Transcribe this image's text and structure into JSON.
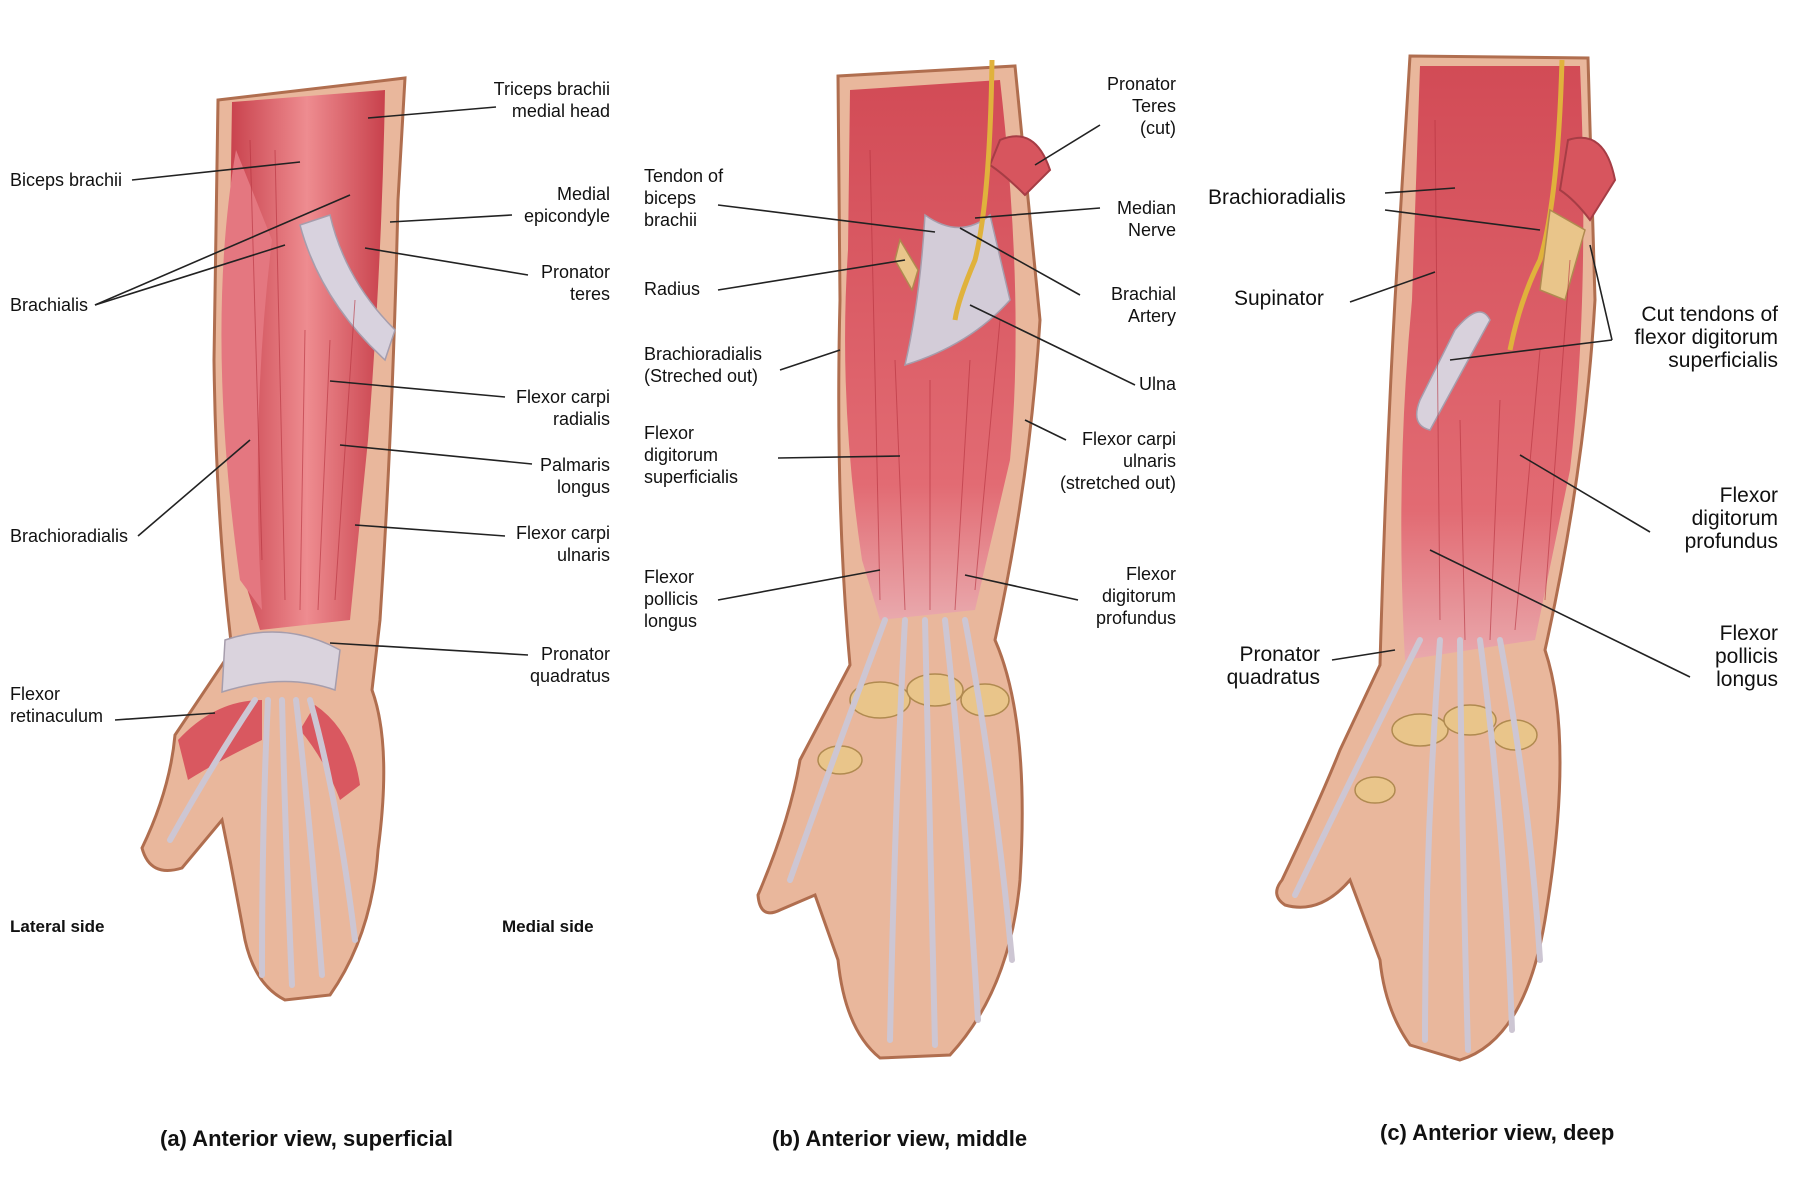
{
  "panels": [
    {
      "id": "a",
      "caption": "(a) Anterior view, superficial",
      "side_left": "Lateral side",
      "side_right": "Medial side",
      "labels": [
        {
          "lines": [
            "Triceps brachii",
            "medial head"
          ]
        },
        {
          "lines": [
            "Biceps brachii"
          ]
        },
        {
          "lines": [
            "Medial",
            "epicondyle"
          ]
        },
        {
          "lines": [
            "Pronator",
            "teres"
          ]
        },
        {
          "lines": [
            "Brachialis"
          ]
        },
        {
          "lines": [
            "Flexor carpi",
            "radialis"
          ]
        },
        {
          "lines": [
            "Palmaris",
            "longus"
          ]
        },
        {
          "lines": [
            "Brachioradialis"
          ]
        },
        {
          "lines": [
            "Flexor carpi",
            "ulnaris"
          ]
        },
        {
          "lines": [
            "Pronator",
            "quadratus"
          ]
        },
        {
          "lines": [
            "Flexor",
            "retinaculum"
          ]
        }
      ]
    },
    {
      "id": "b",
      "caption": "(b) Anterior view, middle",
      "labels": [
        {
          "lines": [
            "Pronator",
            "Teres",
            "(cut)"
          ]
        },
        {
          "lines": [
            "Tendon of",
            "biceps",
            "brachii"
          ]
        },
        {
          "lines": [
            "Median",
            "Nerve"
          ]
        },
        {
          "lines": [
            "Brachial",
            "Artery"
          ]
        },
        {
          "lines": [
            "Radius"
          ]
        },
        {
          "lines": [
            "Ulna"
          ]
        },
        {
          "lines": [
            "Brachioradialis",
            "(Streched out)"
          ]
        },
        {
          "lines": [
            "Flexor carpi",
            "ulnaris",
            "(stretched out)"
          ]
        },
        {
          "lines": [
            "Flexor",
            "digitorum",
            "superficialis"
          ]
        },
        {
          "lines": [
            "Flexor",
            "pollicis",
            "longus"
          ]
        },
        {
          "lines": [
            "Flexor",
            "digitorum",
            "profundus"
          ]
        }
      ]
    },
    {
      "id": "c",
      "caption": "(c) Anterior view, deep",
      "labels": [
        {
          "lines": [
            "Brachioradialis"
          ]
        },
        {
          "lines": [
            "Supinator"
          ]
        },
        {
          "lines": [
            "Cut tendons of",
            "flexor digitorum",
            "superficialis"
          ]
        },
        {
          "lines": [
            "Flexor",
            "digitorum",
            "profundus"
          ]
        },
        {
          "lines": [
            "Pronator",
            "quadratus"
          ]
        },
        {
          "lines": [
            "Flexor",
            "pollicis",
            "longus"
          ]
        }
      ]
    }
  ],
  "colors": {
    "skin": "#e9b79c",
    "skin_edge": "#b06e4f",
    "muscle": "#d9535d",
    "muscle_light": "#ec8a8f",
    "tendon": "#cfc8d6",
    "bone": "#e9c58a",
    "nerve": "#e0b23c",
    "leader": "#222222"
  }
}
